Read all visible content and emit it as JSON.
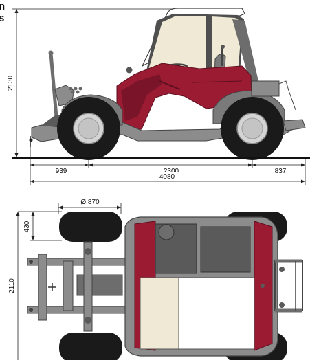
{
  "corner_text": [
    "n",
    "s"
  ],
  "side_view": {
    "height_label": "2130",
    "front_overhang_label": "939",
    "wheelbase_label": "2300",
    "rear_overhang_label": "837",
    "total_length_label": "4080"
  },
  "top_view": {
    "wheel_diameter_label": "Ø 870",
    "wheel_width_label": "430",
    "total_width_label": "2110"
  },
  "colors": {
    "body_red": "#9b1b33",
    "body_red_dark": "#7a1428",
    "chassis_gray": "#8c8c8c",
    "chassis_dark": "#5a5a5a",
    "tire": "#1a1a1a",
    "rim": "#d4d4d4",
    "cab_glass": "#efe9d6",
    "ground": "#111111"
  }
}
